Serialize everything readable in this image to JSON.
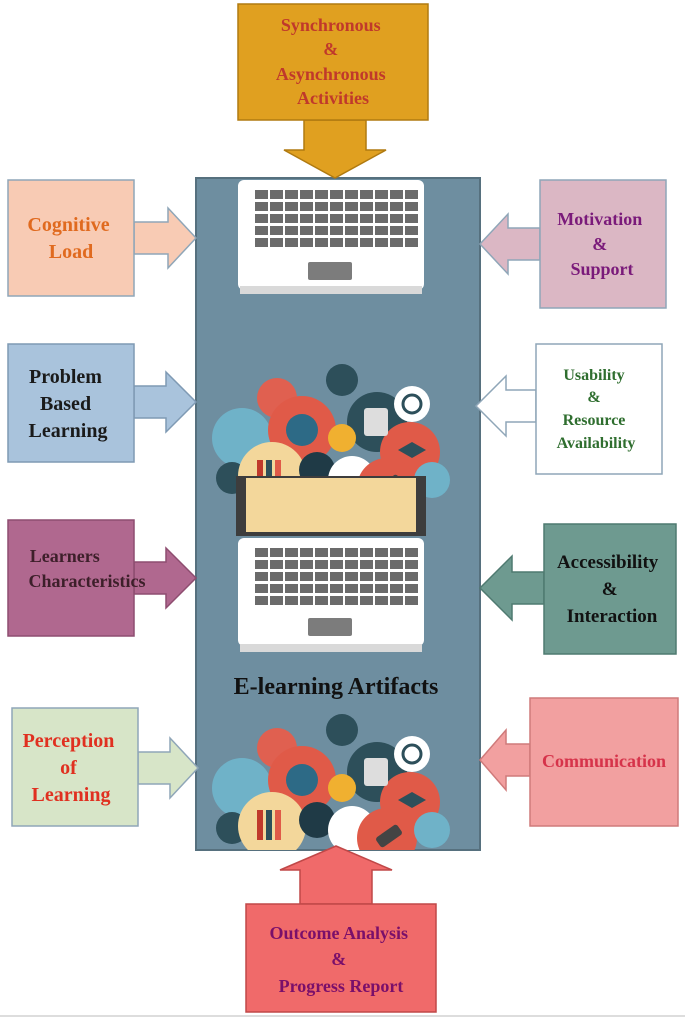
{
  "center": {
    "title": "E-learning Artifacts",
    "panel_color": "#6e8ea0"
  },
  "boxes": {
    "top": {
      "lines": [
        "Synchronous",
        "&",
        "Asynchronous",
        "Activities"
      ],
      "fill": "#e0a020",
      "text_color": "#c0392b"
    },
    "left1": {
      "lines": [
        "Cognitive",
        "Load"
      ],
      "fill": "#f8cbb4",
      "text_color": "#e06a1f"
    },
    "left2": {
      "lines": [
        "Problem",
        "Based",
        "Learning"
      ],
      "fill": "#a9c3dc",
      "text_color": "#1a1a1a"
    },
    "left3": {
      "lines": [
        "Learners",
        "Characteristics"
      ],
      "fill": "#b0688f",
      "text_color": "#3d1f2a"
    },
    "left4": {
      "lines": [
        "Perception",
        "of",
        "Learning"
      ],
      "fill": "#d7e5c8",
      "text_color": "#e03020"
    },
    "right1": {
      "lines": [
        "Motivation",
        "&",
        "Support"
      ],
      "fill": "#dbb7c4",
      "text_color": "#7a1a7a"
    },
    "right2": {
      "lines": [
        "Usability",
        "&",
        "Resource",
        "Availability"
      ],
      "fill": "#ffffff",
      "text_color": "#2f6e2f"
    },
    "right3": {
      "lines": [
        "Accessibility",
        "&",
        "Interaction"
      ],
      "fill": "#6e9a90",
      "text_color": "#111111"
    },
    "right4": {
      "lines": [
        "Communication"
      ],
      "fill": "#f2a0a0",
      "text_color": "#d6334a"
    },
    "bottom": {
      "lines": [
        "Outcome Analysis",
        "&",
        "Progress Report"
      ],
      "fill": "#f06a6a",
      "text_color": "#7a0f6a"
    }
  },
  "icons": [
    "laptop-icon",
    "education-icons-cluster",
    "laptop-icon",
    "education-icons-cluster"
  ]
}
